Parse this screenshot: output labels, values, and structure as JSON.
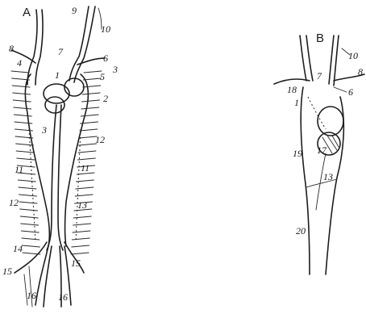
{
  "panel_a": {
    "title": "A",
    "labels": [
      "9",
      "10",
      "8",
      "7",
      "6",
      "3",
      "4",
      "1",
      "5",
      "2",
      "3",
      "12",
      "11",
      "11",
      "13",
      "12",
      "14",
      "15",
      "15",
      "16",
      "16"
    ]
  },
  "panel_b": {
    "title": "B",
    "labels": [
      "10",
      "7",
      "8",
      "18",
      "6",
      "1",
      "17",
      "19",
      "13",
      "20"
    ]
  }
}
